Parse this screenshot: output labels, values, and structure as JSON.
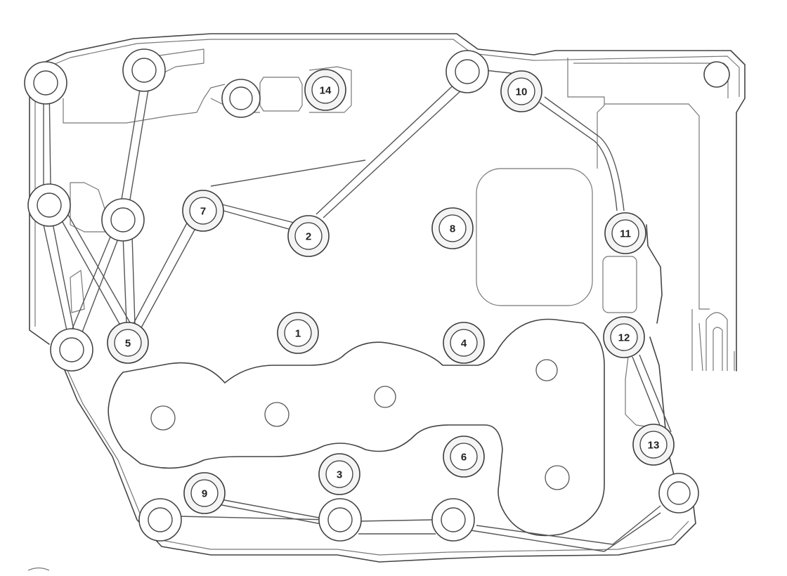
{
  "diagram": {
    "bolt_labels": [
      "1",
      "2",
      "3",
      "4",
      "5",
      "6",
      "7",
      "8",
      "9",
      "10",
      "11",
      "12",
      "13",
      "14"
    ]
  }
}
